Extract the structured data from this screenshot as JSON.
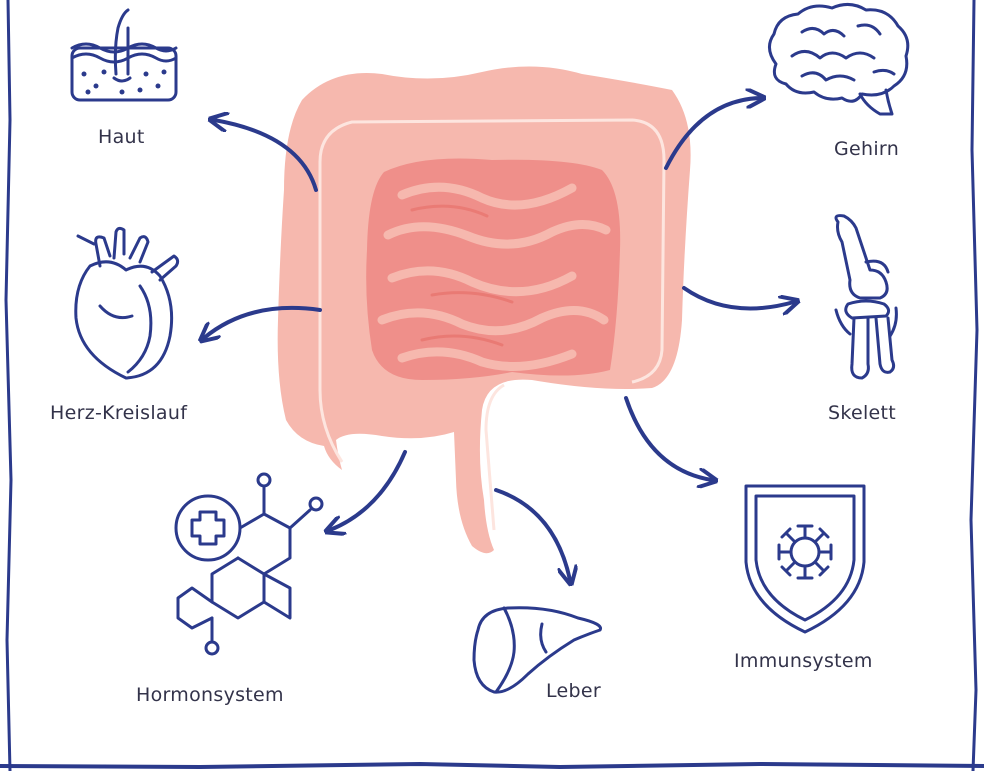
{
  "colors": {
    "ink": "#2b3a8c",
    "colon": "#f6b8ae",
    "colon_line": "#fde5df",
    "small_intestine": "#ef8f8a",
    "small_intestine_fold": "#e8766f",
    "background": "#ffffff"
  },
  "center": {
    "icon": "intestine-icon"
  },
  "organs": [
    {
      "id": "haut",
      "label": "Haut",
      "icon": "skin-icon"
    },
    {
      "id": "gehirn",
      "label": "Gehirn",
      "icon": "brain-icon"
    },
    {
      "id": "herz",
      "label": "Herz-Kreislauf",
      "icon": "heart-icon"
    },
    {
      "id": "skelett",
      "label": "Skelett",
      "icon": "knee-joint-icon"
    },
    {
      "id": "hormon",
      "label": "Hormonsystem",
      "icon": "hormone-molecule-icon"
    },
    {
      "id": "leber",
      "label": "Leber",
      "icon": "liver-icon"
    },
    {
      "id": "immun",
      "label": "Immunsystem",
      "icon": "immune-shield-icon"
    }
  ]
}
